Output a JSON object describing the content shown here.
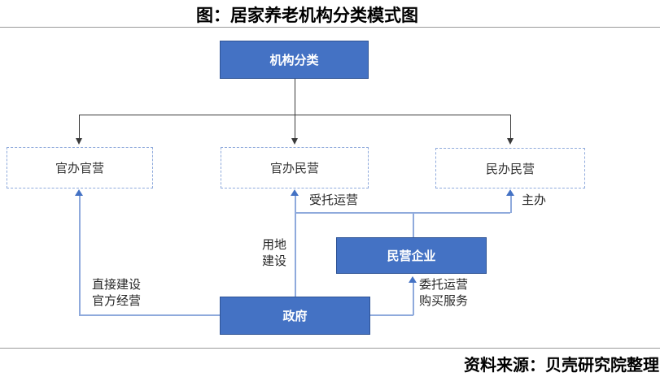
{
  "header": {
    "title": "图：居家养老机构分类模式图"
  },
  "footer": {
    "source": "资料来源：贝壳研究院整理"
  },
  "diagram": {
    "nodes": {
      "root": {
        "label": "机构分类"
      },
      "gov_gov": {
        "label": "官办官营"
      },
      "gov_private": {
        "label": "官办民营"
      },
      "private_private": {
        "label": "民办民营"
      },
      "enterprise": {
        "label": "民营企业"
      },
      "government": {
        "label": "政府"
      }
    },
    "edge_labels": {
      "entrusted_operation": "受托运营",
      "host": "主办",
      "land_construction": "用地\n建设",
      "direct_build_official_run": "直接建设\n官方经营",
      "commission_purchase": "委托运营\n购买服务"
    },
    "colors": {
      "node_fill": "#4472C4",
      "node_border": "#2E5395",
      "dashed_border": "#8FAADC",
      "connector_blue": "#8FAADC",
      "arrow_blue": "#4472C4",
      "connector_black": "#3a3a3a",
      "rule_gray": "#9a9a9a"
    }
  }
}
